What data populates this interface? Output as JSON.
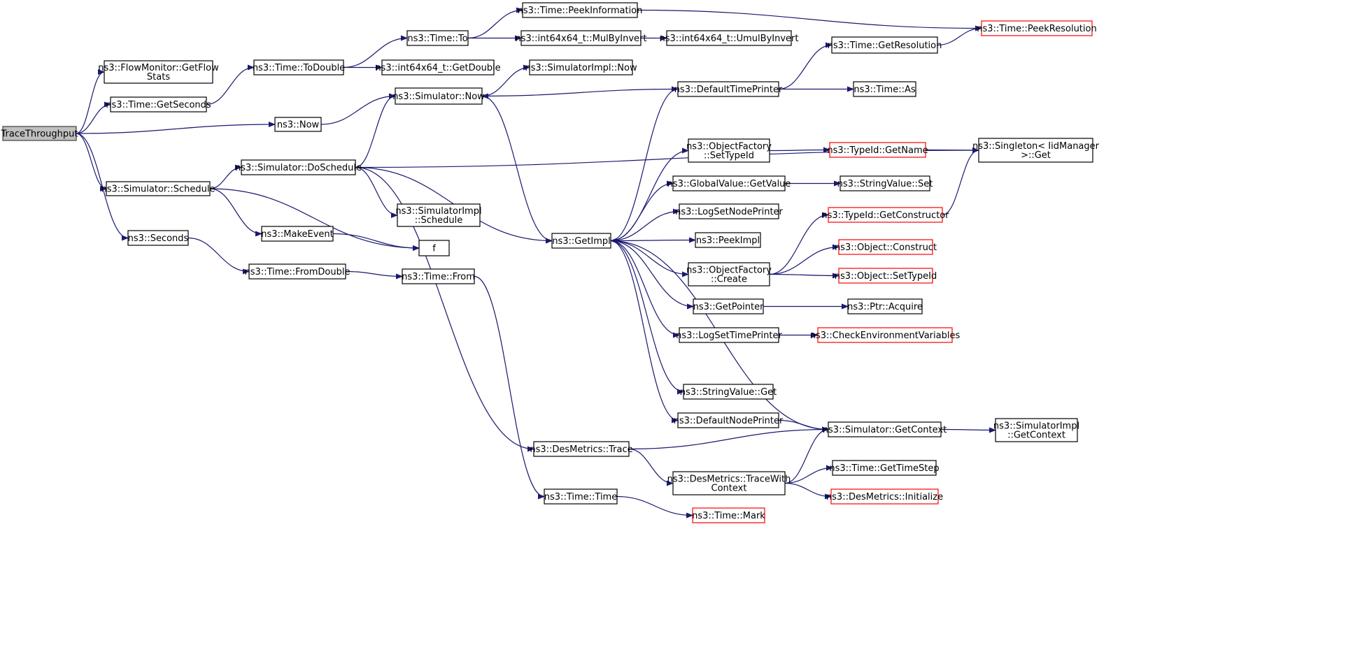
{
  "colors": {
    "edge": "#191970",
    "border": "#000000",
    "border_red": "#ff0000",
    "root_fill": "#bfbfbf"
  },
  "nodes": {
    "trace_throughput": {
      "lines": [
        "TraceThroughput"
      ]
    },
    "flowmonitor_getflowstats": {
      "lines": [
        "ns3::FlowMonitor::GetFlow",
        "Stats"
      ]
    },
    "time_getseconds": {
      "lines": [
        "ns3::Time::GetSeconds"
      ]
    },
    "now": {
      "lines": [
        "ns3::Now"
      ]
    },
    "simulator_schedule": {
      "lines": [
        "ns3::Simulator::Schedule"
      ]
    },
    "seconds": {
      "lines": [
        "ns3::Seconds"
      ]
    },
    "time_todouble": {
      "lines": [
        "ns3::Time::ToDouble"
      ]
    },
    "simulator_doschedule": {
      "lines": [
        "ns3::Simulator::DoSchedule"
      ]
    },
    "makeevent": {
      "lines": [
        "ns3::MakeEvent"
      ]
    },
    "time_fromdouble": {
      "lines": [
        "ns3::Time::FromDouble"
      ]
    },
    "time_to": {
      "lines": [
        "ns3::Time::To"
      ]
    },
    "int64_getdouble": {
      "lines": [
        "ns3::int64x64_t::GetDouble"
      ]
    },
    "simulator_now": {
      "lines": [
        "ns3::Simulator::Now"
      ]
    },
    "simulatorimpl_schedule": {
      "lines": [
        "ns3::SimulatorImpl",
        "::Schedule"
      ]
    },
    "f": {
      "lines": [
        "f"
      ]
    },
    "time_from": {
      "lines": [
        "ns3::Time::From"
      ]
    },
    "time_peekinformation": {
      "lines": [
        "ns3::Time::PeekInformation"
      ]
    },
    "int64_mulbyinvert": {
      "lines": [
        "ns3::int64x64_t::MulByInvert"
      ]
    },
    "int64_umulbyinvert": {
      "lines": [
        "ns3::int64x64_t::UmulByInvert"
      ]
    },
    "simulatorimpl_now": {
      "lines": [
        "ns3::SimulatorImpl::Now"
      ]
    },
    "getimpl": {
      "lines": [
        "ns3::GetImpl"
      ]
    },
    "desmetrics_trace": {
      "lines": [
        "ns3::DesMetrics::Trace"
      ]
    },
    "time_time": {
      "lines": [
        "ns3::Time::Time"
      ]
    },
    "time_peekresolution": {
      "lines": [
        "ns3::Time::PeekResolution"
      ]
    },
    "time_getresolution": {
      "lines": [
        "ns3::Time::GetResolution"
      ]
    },
    "defaulttimeprinter": {
      "lines": [
        "ns3::DefaultTimePrinter"
      ]
    },
    "time_as": {
      "lines": [
        "ns3::Time::As"
      ]
    },
    "objectfactory_settypeid": {
      "lines": [
        "ns3::ObjectFactory",
        "::SetTypeId"
      ]
    },
    "typeid_getname": {
      "lines": [
        "ns3::TypeId::GetName"
      ]
    },
    "singleton_get": {
      "lines": [
        "ns3::Singleton< IidManager",
        ">::Get"
      ]
    },
    "globalvalue_getvalue": {
      "lines": [
        "ns3::GlobalValue::GetValue"
      ]
    },
    "stringvalue_set": {
      "lines": [
        "ns3::StringValue::Set"
      ]
    },
    "logsetnodeprinter": {
      "lines": [
        "ns3::LogSetNodePrinter"
      ]
    },
    "typeid_getconstructor": {
      "lines": [
        "ns3::TypeId::GetConstructor"
      ]
    },
    "peekimpl": {
      "lines": [
        "ns3::PeekImpl"
      ]
    },
    "object_construct": {
      "lines": [
        "ns3::Object::Construct"
      ]
    },
    "objectfactory_create": {
      "lines": [
        "ns3::ObjectFactory",
        "::Create"
      ]
    },
    "object_settypeid": {
      "lines": [
        "ns3::Object::SetTypeId"
      ]
    },
    "getpointer": {
      "lines": [
        "ns3::GetPointer"
      ]
    },
    "ptr_acquire": {
      "lines": [
        "ns3::Ptr::Acquire"
      ]
    },
    "logsettimeprinter": {
      "lines": [
        "ns3::LogSetTimePrinter"
      ]
    },
    "checkenvironmentvariables": {
      "lines": [
        "ns3::CheckEnvironmentVariables"
      ]
    },
    "stringvalue_get": {
      "lines": [
        "ns3::StringValue::Get"
      ]
    },
    "defaultnodeprinter": {
      "lines": [
        "ns3::DefaultNodePrinter"
      ]
    },
    "simulator_getcontext": {
      "lines": [
        "ns3::Simulator::GetContext"
      ]
    },
    "simulatorimpl_getcontext": {
      "lines": [
        "ns3::SimulatorImpl",
        "::GetContext"
      ]
    },
    "desmetrics_tracewithcontext": {
      "lines": [
        "ns3::DesMetrics::TraceWith",
        "Context"
      ]
    },
    "time_gettimestep": {
      "lines": [
        "ns3::Time::GetTimeStep"
      ]
    },
    "desmetrics_initialize": {
      "lines": [
        "ns3::DesMetrics::Initialize"
      ]
    },
    "time_mark": {
      "lines": [
        "ns3::Time::Mark"
      ]
    }
  },
  "edges": [
    [
      "trace_throughput",
      "flowmonitor_getflowstats"
    ],
    [
      "trace_throughput",
      "time_getseconds"
    ],
    [
      "trace_throughput",
      "now"
    ],
    [
      "trace_throughput",
      "simulator_schedule"
    ],
    [
      "trace_throughput",
      "seconds"
    ],
    [
      "time_getseconds",
      "time_todouble"
    ],
    [
      "time_todouble",
      "time_to"
    ],
    [
      "time_todouble",
      "int64_getdouble"
    ],
    [
      "time_to",
      "time_peekinformation"
    ],
    [
      "time_to",
      "int64_mulbyinvert"
    ],
    [
      "int64_mulbyinvert",
      "int64_umulbyinvert"
    ],
    [
      "time_peekinformation",
      "time_peekresolution"
    ],
    [
      "now",
      "simulator_now"
    ],
    [
      "simulator_now",
      "simulatorimpl_now"
    ],
    [
      "simulator_now",
      "getimpl"
    ],
    [
      "simulator_schedule",
      "simulator_doschedule"
    ],
    [
      "simulator_schedule",
      "makeevent"
    ],
    [
      "simulator_schedule",
      "f"
    ],
    [
      "makeevent",
      "f"
    ],
    [
      "simulator_doschedule",
      "simulator_now"
    ],
    [
      "simulator_doschedule",
      "singleton_get"
    ],
    [
      "simulator_doschedule",
      "getimpl"
    ],
    [
      "simulator_doschedule",
      "simulatorimpl_schedule"
    ],
    [
      "simulator_doschedule",
      "desmetrics_trace"
    ],
    [
      "seconds",
      "time_fromdouble"
    ],
    [
      "time_fromdouble",
      "time_from"
    ],
    [
      "time_from",
      "time_time"
    ],
    [
      "getimpl",
      "defaulttimeprinter"
    ],
    [
      "getimpl",
      "objectfactory_settypeid"
    ],
    [
      "getimpl",
      "globalvalue_getvalue"
    ],
    [
      "getimpl",
      "logsetnodeprinter"
    ],
    [
      "getimpl",
      "peekimpl"
    ],
    [
      "getimpl",
      "objectfactory_create"
    ],
    [
      "getimpl",
      "getpointer"
    ],
    [
      "getimpl",
      "logsettimeprinter"
    ],
    [
      "getimpl",
      "stringvalue_get"
    ],
    [
      "getimpl",
      "defaultnodeprinter"
    ],
    [
      "defaulttimeprinter",
      "simulator_now"
    ],
    [
      "defaulttimeprinter",
      "time_getresolution"
    ],
    [
      "defaulttimeprinter",
      "time_as"
    ],
    [
      "time_getresolution",
      "time_peekresolution"
    ],
    [
      "objectfactory_settypeid",
      "typeid_getname"
    ],
    [
      "typeid_getname",
      "singleton_get"
    ],
    [
      "globalvalue_getvalue",
      "stringvalue_set"
    ],
    [
      "objectfactory_create",
      "typeid_getconstructor"
    ],
    [
      "objectfactory_create",
      "object_construct"
    ],
    [
      "objectfactory_create",
      "object_settypeid"
    ],
    [
      "typeid_getconstructor",
      "singleton_get"
    ],
    [
      "getpointer",
      "ptr_acquire"
    ],
    [
      "logsettimeprinter",
      "checkenvironmentvariables"
    ],
    [
      "defaultnodeprinter",
      "simulator_getcontext"
    ],
    [
      "simulator_getcontext",
      "getimpl"
    ],
    [
      "simulator_getcontext",
      "simulatorimpl_getcontext"
    ],
    [
      "desmetrics_trace",
      "simulator_getcontext"
    ],
    [
      "desmetrics_trace",
      "desmetrics_tracewithcontext"
    ],
    [
      "desmetrics_tracewithcontext",
      "simulator_getcontext"
    ],
    [
      "desmetrics_tracewithcontext",
      "time_gettimestep"
    ],
    [
      "desmetrics_tracewithcontext",
      "desmetrics_initialize"
    ],
    [
      "time_time",
      "time_mark"
    ]
  ]
}
